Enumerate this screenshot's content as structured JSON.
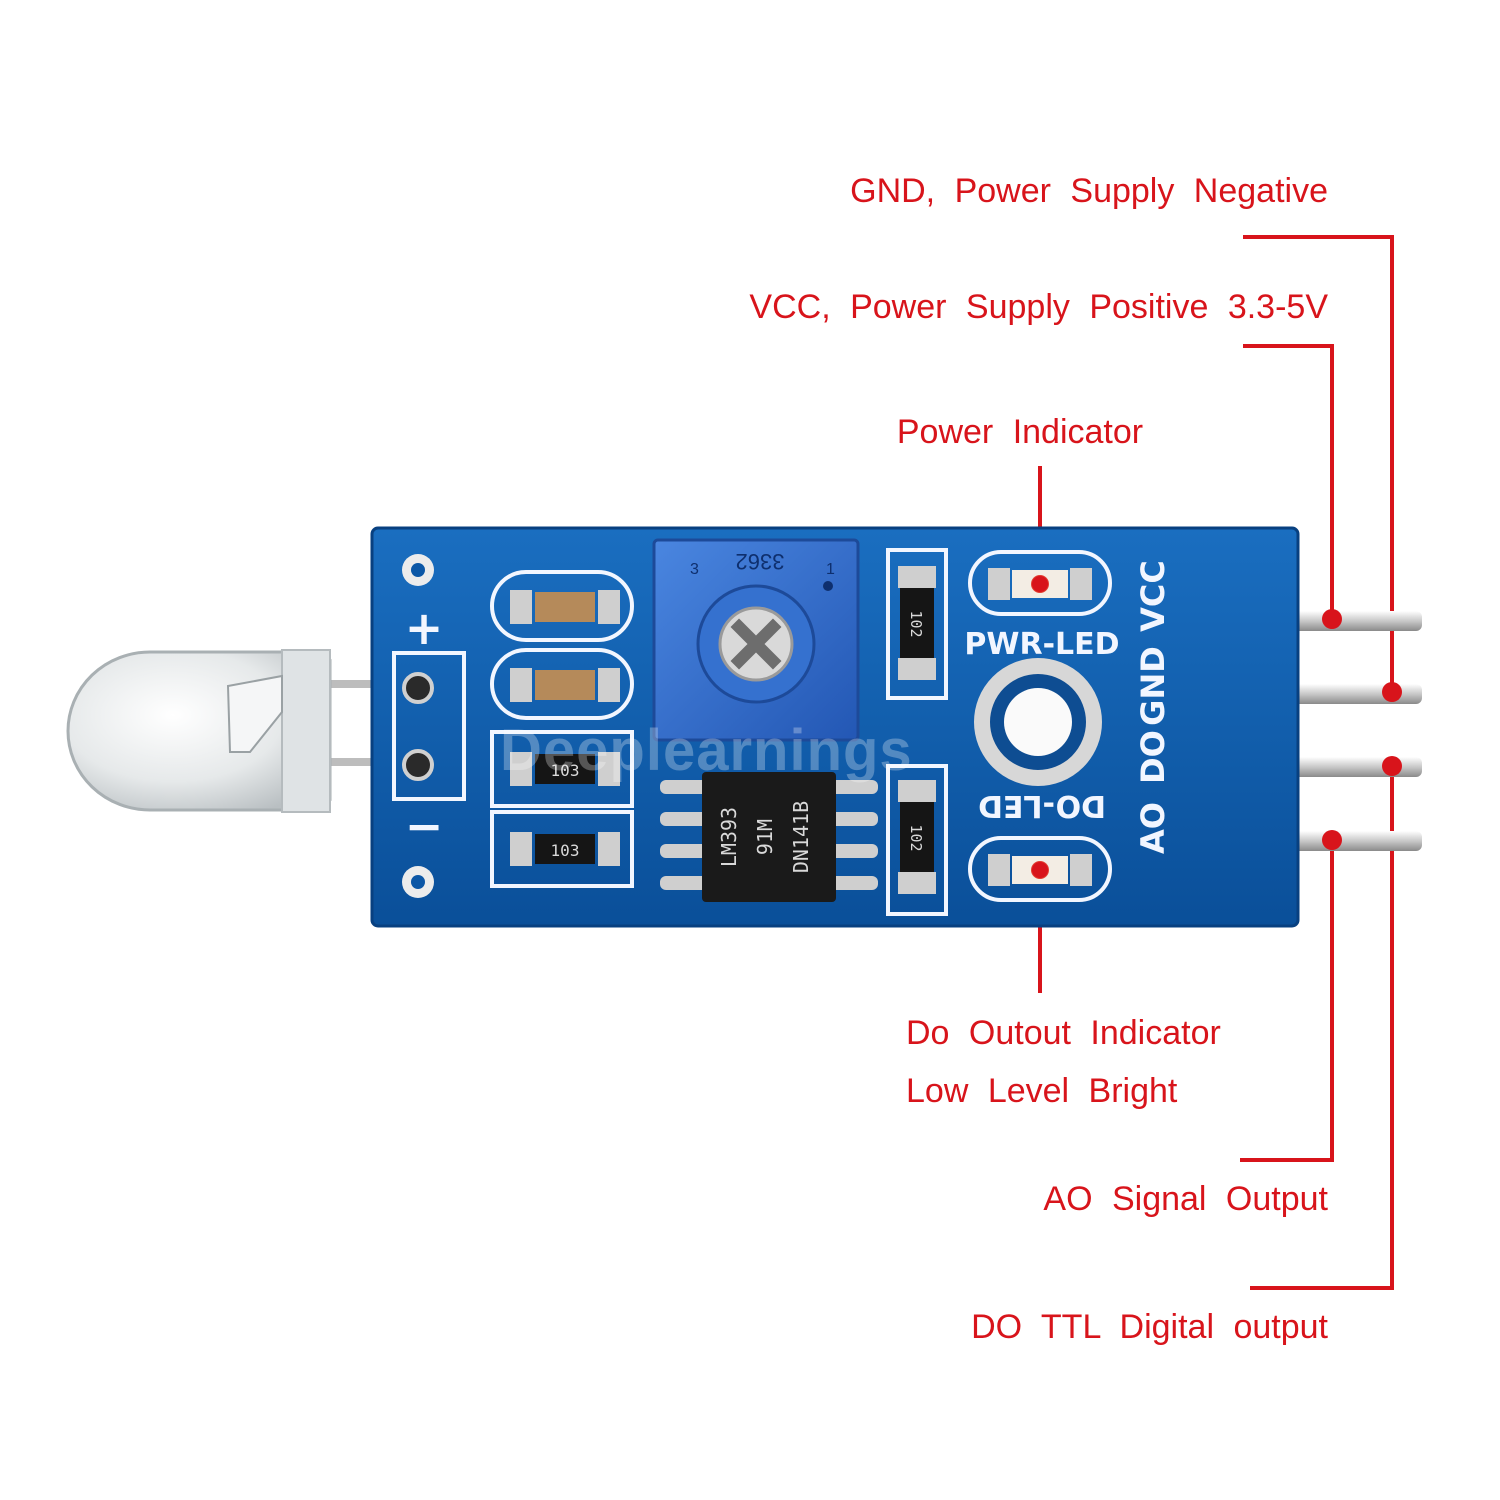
{
  "callouts": {
    "gnd": "GND, Power Supply Negative",
    "vcc": "VCC, Power Supply Positive 3.3-5V",
    "power_indicator": "Power Indicator",
    "do_indicator_line1": "Do Outout Indicator",
    "do_indicator_line2": "Low Level Bright",
    "ao_output": "AO Signal Output",
    "do_output": "DO TTL Digital output"
  },
  "board": {
    "pin_vcc": "VCC",
    "pin_gnd": "GND",
    "pin_do": "DO",
    "pin_ao": "AO",
    "pwr_led": "PWR-LED",
    "do_led": "DO-LED",
    "plus": "+",
    "minus": "−",
    "pot_code": "3362",
    "pot_pin": "3",
    "pot_pin1": "1",
    "res_top": "102",
    "res_bottom": "102",
    "res_left_a": "103",
    "res_left_b": "103",
    "ic_line1": "LM393",
    "ic_line2": "91M",
    "ic_line3": "DN141B"
  },
  "watermark": "Deeplearnings",
  "colors": {
    "callout": "#d8141b",
    "pcb": "#0c57a6",
    "silkscreen": "#f2f6ff",
    "pot_body": "#2f6fd1"
  }
}
